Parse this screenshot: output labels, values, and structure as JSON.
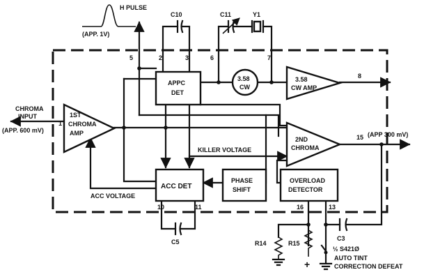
{
  "labels": {
    "h_pulse": "H PULSE",
    "pulse_amp": "(APP. 1V)",
    "c10": "C10",
    "c11": "C11",
    "y1": "Y1",
    "chroma_input_1": "CHROMA",
    "chroma_input_2": "INPUT",
    "input_amp": "(APP. 600 mV)",
    "output_amp": "(APP 300 mV)",
    "killer_voltage": "KILLER VOLTAGE",
    "acc_voltage": "ACC VOLTAGE",
    "c5": "C5",
    "c3": "C3",
    "r14": "R14",
    "r15": "R15",
    "plus": "+",
    "switch_1": "½ S421Ø",
    "switch_2": "AUTO TINT",
    "switch_3": "CORRECTION DEFEAT"
  },
  "blocks": {
    "first_amp_1": "1ST",
    "first_amp_2": "CHROMA",
    "first_amp_3": "AMP",
    "appc_1": "APPC",
    "appc_2": "DET",
    "osc_1": "3.58",
    "osc_2": "CW",
    "cw_amp_1": "3.58",
    "cw_amp_2": "CW AMP",
    "second_amp_1": "2ND",
    "second_amp_2": "CHROMA",
    "acc_det": "ACC DET",
    "phase_1": "PHASE",
    "phase_2": "SHIFT",
    "overload_1": "OVERLOAD",
    "overload_2": "DETECTOR"
  },
  "pins": {
    "p1": "1",
    "p2": "2",
    "p3": "3",
    "p5": "5",
    "p6": "6",
    "p7": "7",
    "p8": "8",
    "p10": "10",
    "p11": "11",
    "p13": "13",
    "p15": "15",
    "p16": "16"
  }
}
